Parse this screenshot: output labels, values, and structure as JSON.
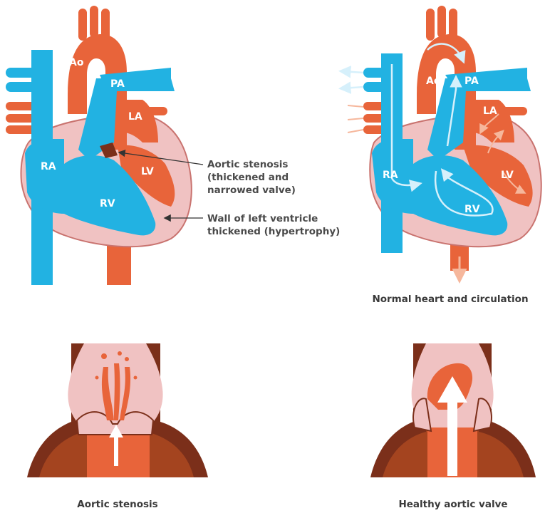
{
  "colors": {
    "artery": "#e8643a",
    "artery_dark": "#c94a26",
    "vein": "#22b2e2",
    "vein_dark": "#1487b8",
    "muscle": "#f0c2c2",
    "muscle_outline": "#c9736f",
    "tissue_dark": "#7b2f1a",
    "tissue_mid": "#a4441f",
    "flow_arrow": "#d6f0fb",
    "annotation": "#4a4a4a"
  },
  "diseased_heart": {
    "labels": {
      "ao": "Ao",
      "pa": "PA",
      "la": "LA",
      "lv": "LV",
      "ra": "RA",
      "rv": "RV"
    },
    "annotations": {
      "stenosis_line1": "Aortic stenosis",
      "stenosis_line2": "(thickened and",
      "stenosis_line3": "narrowed valve)",
      "wall_line1": "Wall of left ventricle",
      "wall_line2": "thickened (hypertrophy)"
    }
  },
  "normal_heart": {
    "labels": {
      "ao": "Ao",
      "pa": "PA",
      "la": "LA",
      "lv": "LV",
      "ra": "RA",
      "rv": "RV"
    },
    "caption": "Normal heart and circulation"
  },
  "valve_stenosis": {
    "caption": "Aortic stenosis"
  },
  "valve_healthy": {
    "caption": "Healthy aortic valve"
  }
}
